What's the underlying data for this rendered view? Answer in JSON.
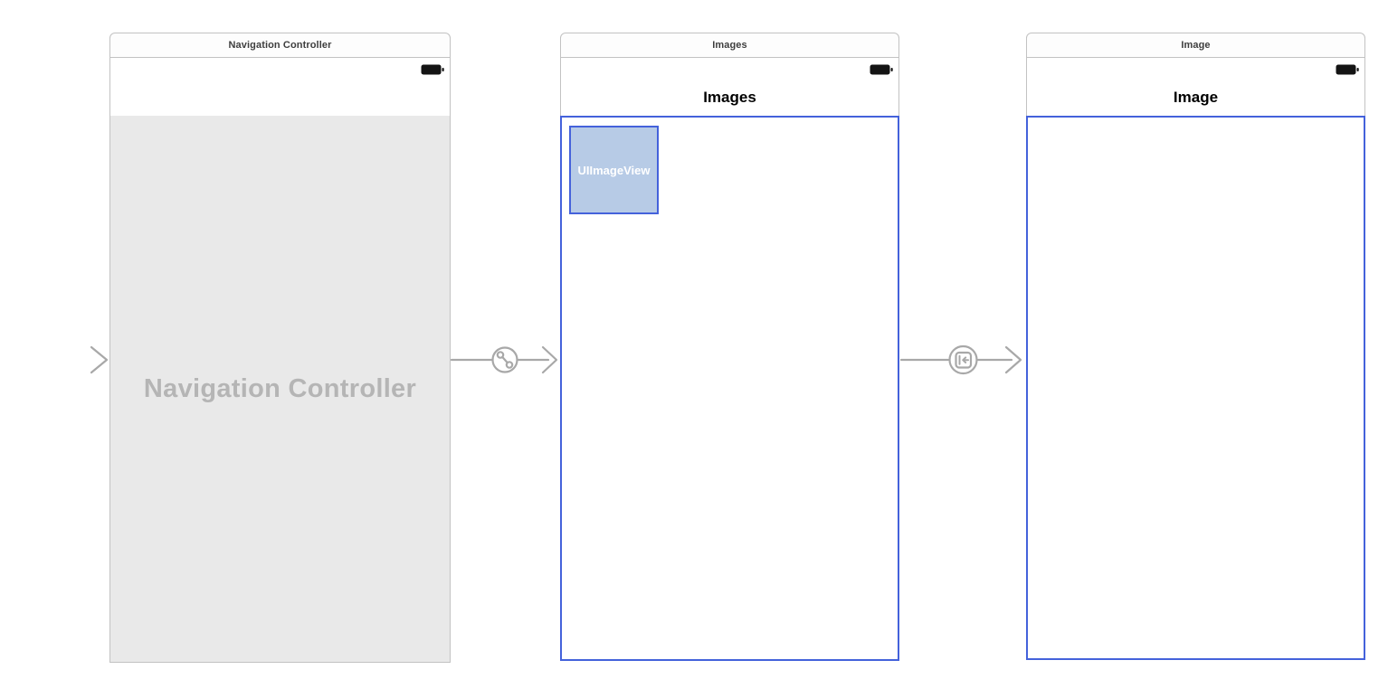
{
  "app": "Xcode Interface Builder Storyboard",
  "scenes": {
    "navigation_controller": {
      "titlebar": "Navigation Controller",
      "watermark": "Navigation Controller"
    },
    "images": {
      "titlebar": "Images",
      "nav_title": "Images",
      "imageview_label": "UIImageView"
    },
    "image": {
      "titlebar": "Image",
      "nav_title": "Image"
    }
  },
  "icons": {
    "battery": "battery-icon (solid black rounded rect with nub)",
    "entry_arrow": "storyboard-entry-point-arrow (gray fading line with open chevron)",
    "relationship_segue": "relationship-segue-icon (diagonal barbell in circle)",
    "show_segue": "show-segue-icon (arrow into bar inside rounded square in circle)"
  },
  "colors": {
    "accent_blue": "#4462db",
    "imageview_fill": "#b7cbe6",
    "scene_border": "#c2c2c2",
    "body_gray": "#e9e9e9",
    "watermark_gray": "#b5b5b5",
    "arrow_gray": "#a8a8a8",
    "titlebar_text": "#3e3e3e"
  }
}
